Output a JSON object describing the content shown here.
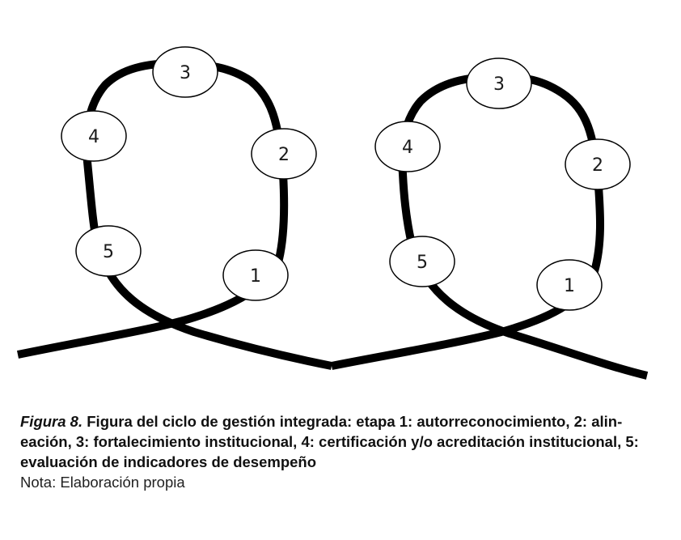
{
  "diagram": {
    "loops": [
      {
        "stages": [
          "1",
          "2",
          "3",
          "4",
          "5"
        ]
      },
      {
        "stages": [
          "1",
          "2",
          "3",
          "4",
          "5"
        ]
      }
    ]
  },
  "caption": {
    "figure_label": "Figura 8.",
    "text": "Figura del ciclo de gestión integrada: etapa 1: autorreconocimiento, 2: alin-eación, 3: fortalecimiento institucional, 4: certificación y/o acreditación institucional, 5: evaluación de indicadores de desempeño"
  },
  "note": "Nota: Elaboración propia"
}
